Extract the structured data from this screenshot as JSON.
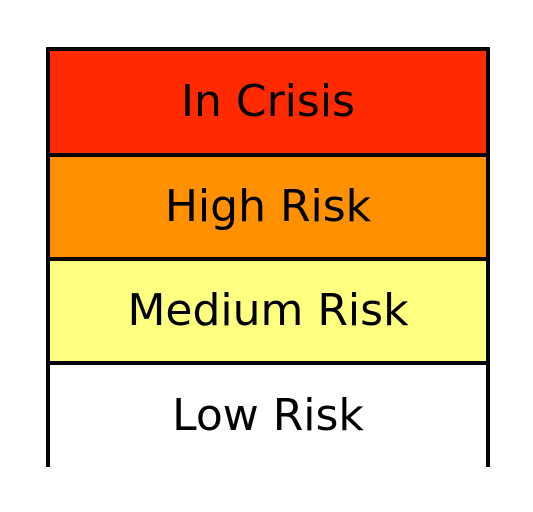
{
  "risk_levels": [
    {
      "label": "In Crisis",
      "color": "#ff2a00"
    },
    {
      "label": "High Risk",
      "color": "#ff9000"
    },
    {
      "label": "Medium Risk",
      "color": "#ffff80"
    },
    {
      "label": "Low Risk",
      "color": "#ffffff"
    }
  ]
}
